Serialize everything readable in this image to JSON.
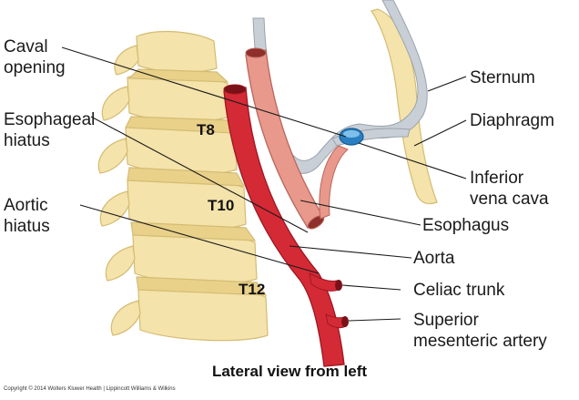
{
  "labels": {
    "caval_opening": [
      "Caval",
      "opening"
    ],
    "esophageal_hiatus": [
      "Esophageal",
      "hiatus"
    ],
    "aortic_hiatus": [
      "Aortic",
      "hiatus"
    ],
    "sternum": "Sternum",
    "diaphragm": "Diaphragm",
    "inferior_vena_cava": [
      "Inferior",
      "vena cava"
    ],
    "esophagus": "Esophagus",
    "aorta": "Aorta",
    "celiac_trunk": "Celiac trunk",
    "superior_mesenteric_artery": [
      "Superior",
      "mesenteric artery"
    ]
  },
  "vertebrae": {
    "t8": "T8",
    "t10": "T10",
    "t12": "T12"
  },
  "caption": "Lateral view from left",
  "copyright": "Copyright © 2014 Wolters Kluwer Health | Lippincott Williams & Wilkins",
  "colors": {
    "aorta": "#d42a35",
    "esophagus": "#e8998c",
    "ivc": "#2a7fc1",
    "diaphragm": "#c6ccd3",
    "bone": "#f3e2a8",
    "bone_edge": "#d7bf78"
  }
}
